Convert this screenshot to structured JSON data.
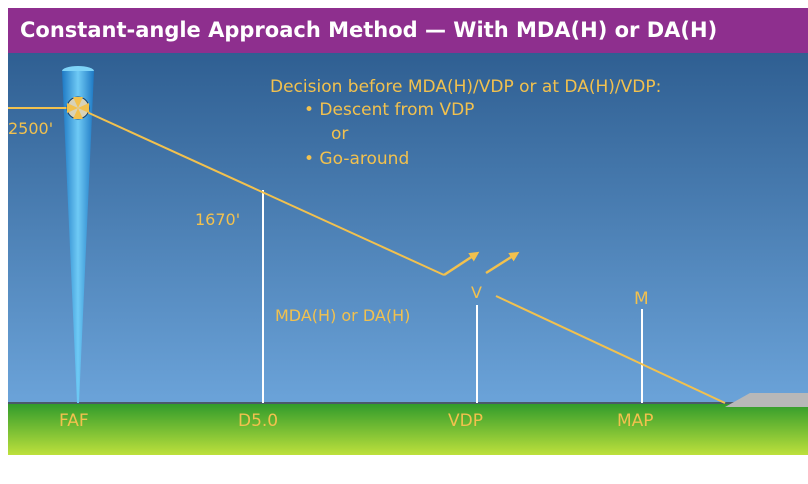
{
  "title": "Constant-angle Approach Method — With MDA(H) or DA(H)",
  "decision_note": {
    "heading": "Decision before MDA(H)/VDP or at DA(H)/VDP:",
    "option1": "• Descent from VDP",
    "or": "or",
    "option2": "• Go-around"
  },
  "altitudes": {
    "faf_altitude": "2500'",
    "d5_altitude": "1670'"
  },
  "minimums_label": "MDA(H) or DA(H)",
  "markers": {
    "vdp_marker": "V",
    "map_marker": "M"
  },
  "fixes": [
    "FAF",
    "D5.0",
    "VDP",
    "MAP"
  ],
  "colors": {
    "header": "#8e2f8e",
    "path_and_text": "#f2c14e",
    "sky_top": "#2f5f92",
    "sky_bottom": "#6aa2d8",
    "ground_top": "#2e9a2a",
    "ground_bottom": "#b9dc3a",
    "runway": "#b8b8b8",
    "beacon_cone": "#3aa6e6"
  }
}
